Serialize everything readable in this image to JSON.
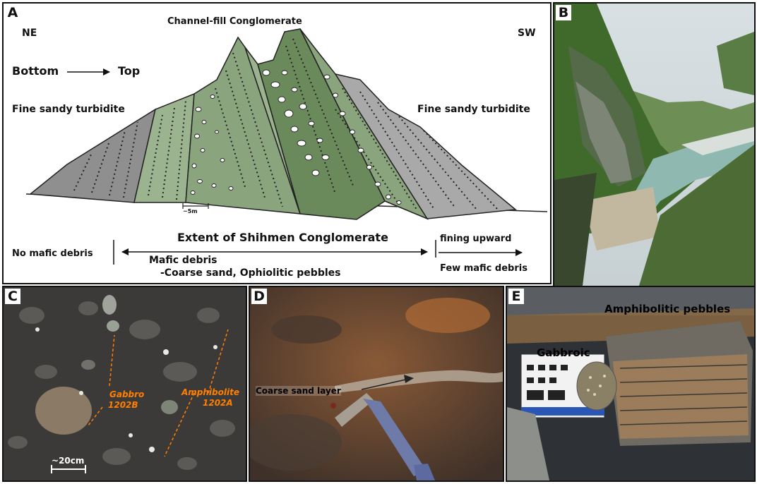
{
  "panels": {
    "a": {
      "label": "A",
      "title": "Channel-fill Conglomerate",
      "dir_left": "NE",
      "dir_right": "SW",
      "bottom": "Bottom",
      "top": "Top",
      "fine_left": "Fine sandy turbidite",
      "fine_right": "Fine sandy turbidite",
      "scale": "~5m",
      "extent": "Extent of Shihmen Conglomerate",
      "no_mafic": "No mafic debris",
      "mafic": "Mafic debris",
      "coarse": "-Coarse sand, Ophiolitic pebbles",
      "fining": "fining upward",
      "few_mafic": "Few mafic debris"
    },
    "b": {
      "label": "B"
    },
    "c": {
      "label": "C",
      "gabbro_name": "Gabbro",
      "gabbro_id": "1202B",
      "amph_name": "Amphibolite",
      "amph_id": "1202A",
      "scale": "~20cm"
    },
    "d": {
      "label": "D",
      "sand": "Coarse sand layer"
    },
    "e": {
      "label": "E",
      "amph": "Amphibolitic pebbles",
      "gabbroic": "Gabbroic"
    }
  },
  "colors": {
    "grey_dark": "#8f8f8f",
    "grey_light": "#a9a9a9",
    "green_light": "#9cb38f",
    "green_mid": "#8aa47d",
    "green_dark": "#6b8a5c",
    "sketch_outline": "#222222",
    "annotation_orange": "#ff7f00"
  }
}
